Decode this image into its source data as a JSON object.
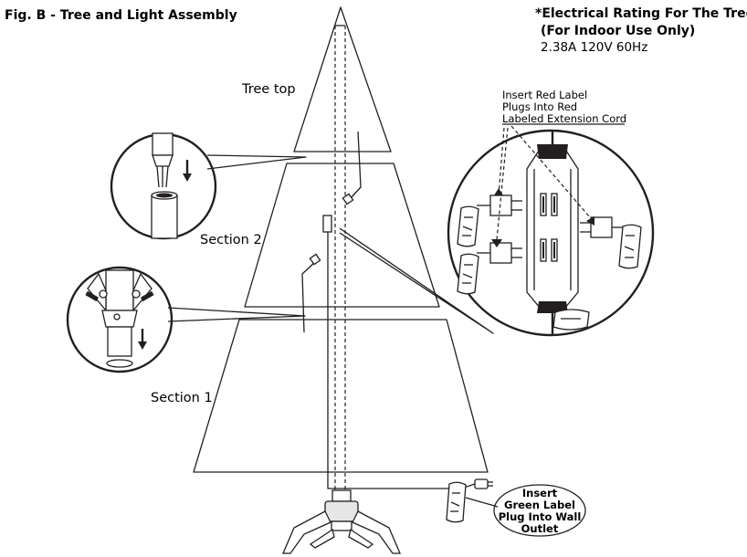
{
  "figure": {
    "title": "Fig. B - Tree and Light Assembly"
  },
  "rating": {
    "heading": "*Electrical Rating For The Tree",
    "subheading": "(For Indoor Use Only)",
    "value": "2.38A 120V 60Hz"
  },
  "tree": {
    "top_label": "Tree top",
    "section2_label": "Section 2",
    "section1_label": "Section 1"
  },
  "detail": {
    "red_note_line1": "Insert Red Label",
    "red_note_line2": "Plugs Into Red",
    "red_note_line3": "Labeled Extension Cord"
  },
  "wall_note": {
    "line1": "Insert",
    "line2": "Green Label",
    "line3": "Plug Into Wall",
    "line4": "Outlet"
  },
  "icons": [
    "down-arrow-icon",
    "plug-icon",
    "label-tag-icon",
    "power-strip-icon",
    "tree-stand-icon"
  ]
}
